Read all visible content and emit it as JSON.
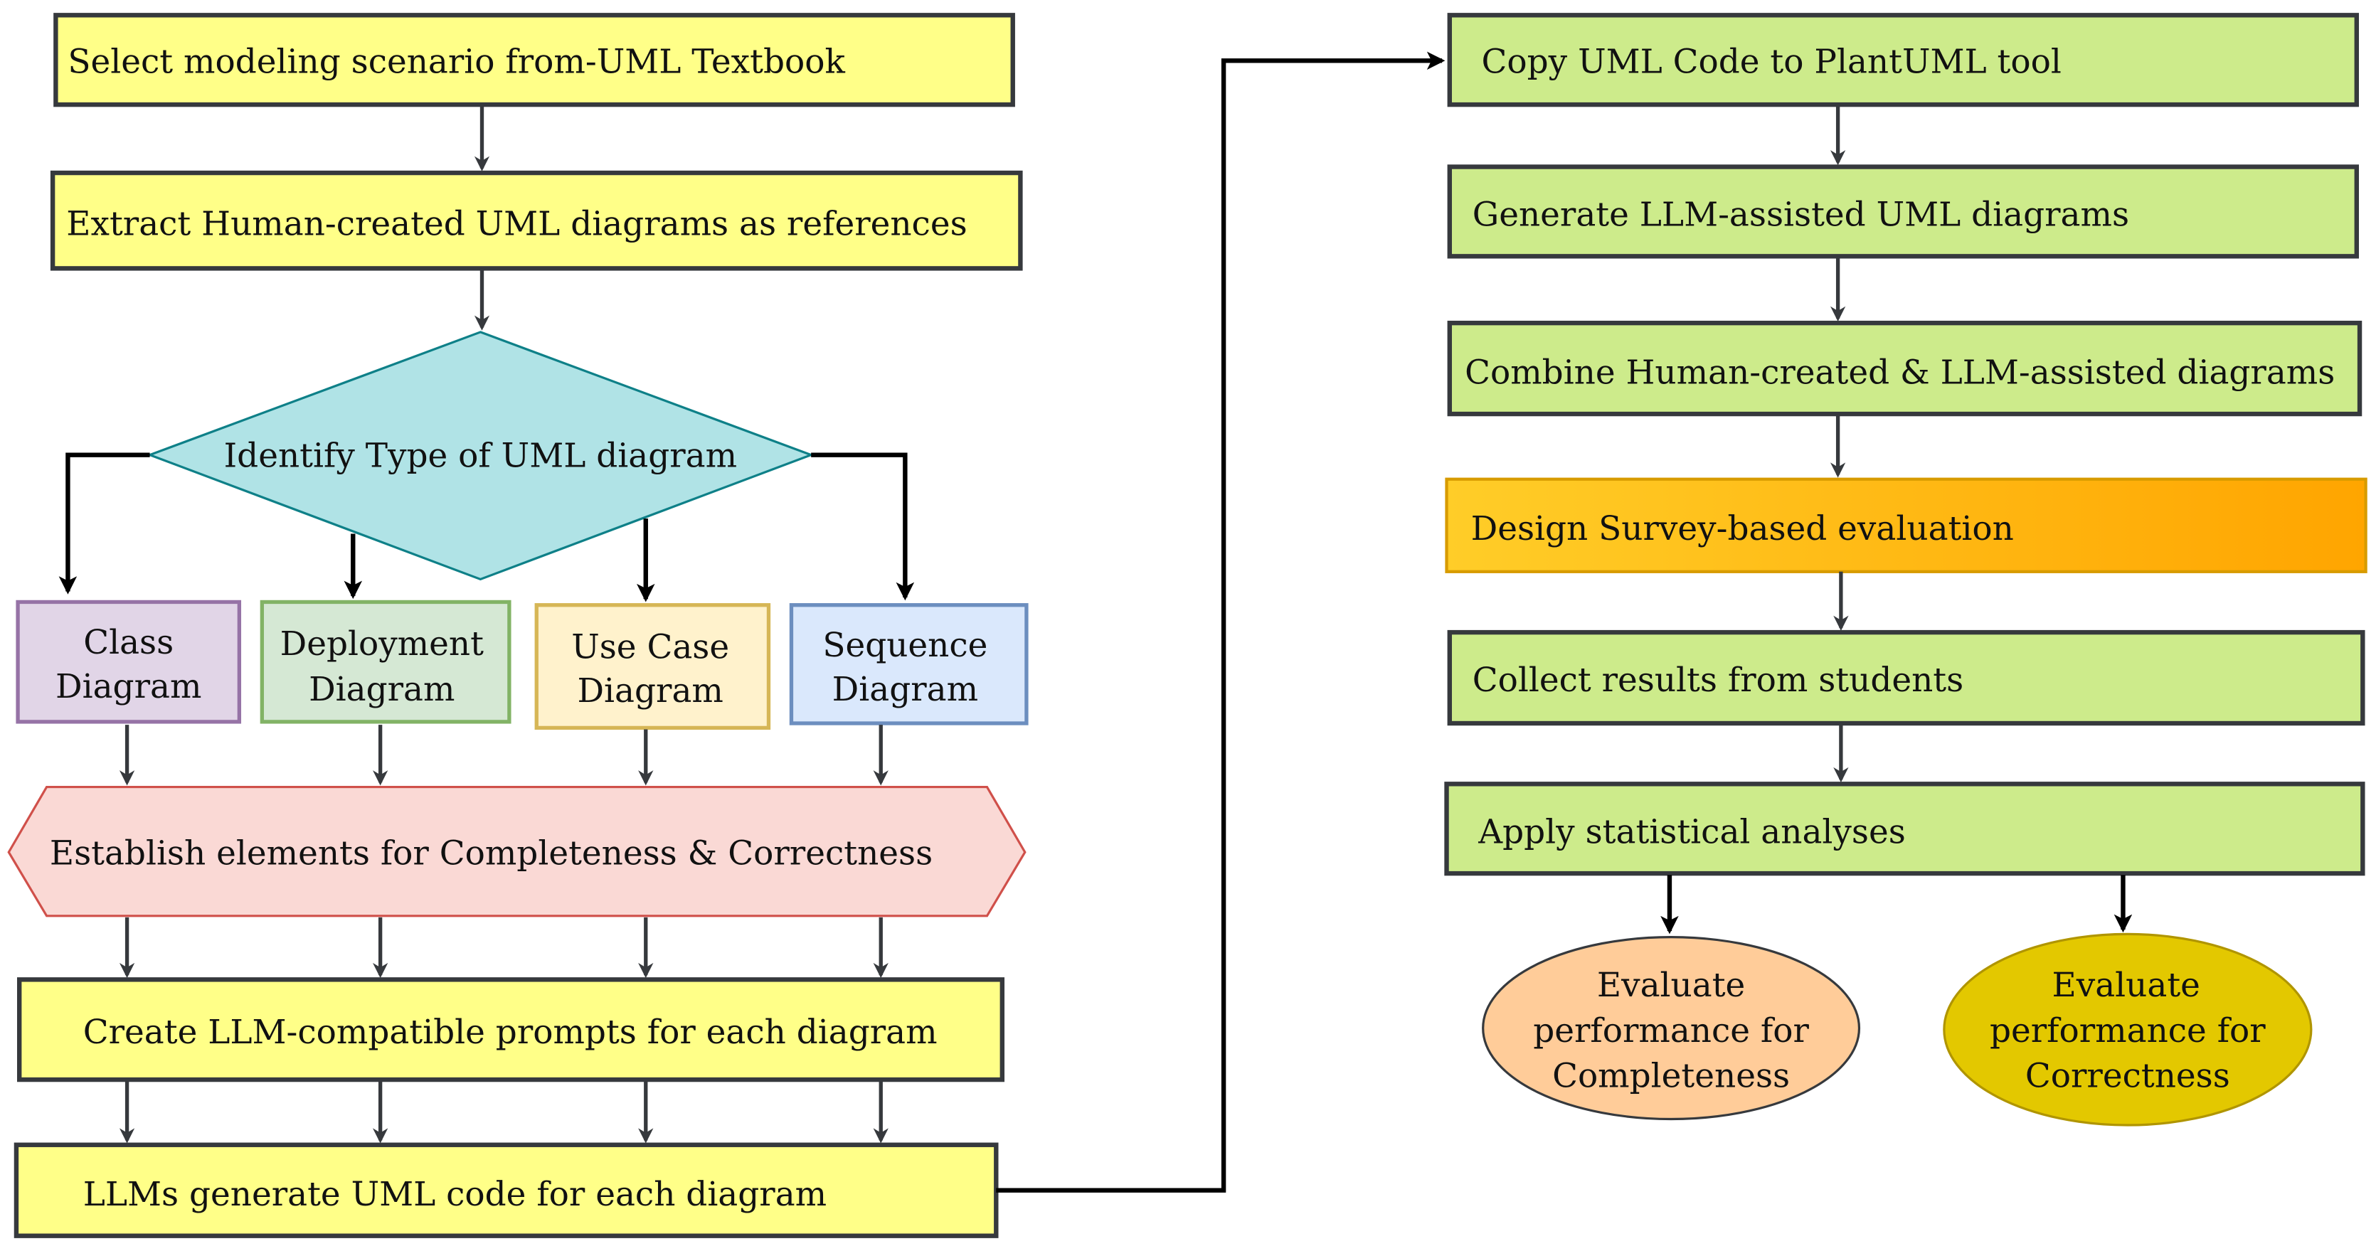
{
  "left": {
    "select": "Select modeling scenario from-UML Textbook",
    "extract": "Extract Human-created UML diagrams as references",
    "identify": "Identify Type of UML diagram",
    "types": [
      {
        "line1": "Class",
        "line2": "Diagram"
      },
      {
        "line1": "Deployment",
        "line2": "Diagram"
      },
      {
        "line1": "Use Case",
        "line2": "Diagram"
      },
      {
        "line1": "Sequence",
        "line2": "Diagram"
      }
    ],
    "establish": "Establish elements for Completeness & Correctness",
    "prompts": "Create LLM-compatible prompts for each diagram",
    "generate_code": "LLMs generate UML code for each diagram"
  },
  "right": {
    "copy": "Copy UML Code to PlantUML tool",
    "generate_diagrams": "Generate LLM-assisted UML diagrams",
    "combine": "Combine Human-created & LLM-assisted diagrams",
    "design": "Design Survey-based evaluation",
    "collect": "Collect results from students",
    "apply": "Apply statistical analyses",
    "eval_completeness": {
      "line1": "Evaluate",
      "line2": "performance for",
      "line3": "Completeness"
    },
    "eval_correctness": {
      "line1": "Evaluate",
      "line2": "performance for",
      "line3": "Correctness"
    }
  },
  "colors": {
    "yellow_box": "#ffff88",
    "green_box": "#cdeb8b",
    "diamond": "#b0e3e6",
    "hexagon": "#fad9d5",
    "orange_gradient": [
      "#ffcd28",
      "#ffa500"
    ],
    "completeness": "#ffcc99",
    "correctness": "#e3c800"
  }
}
